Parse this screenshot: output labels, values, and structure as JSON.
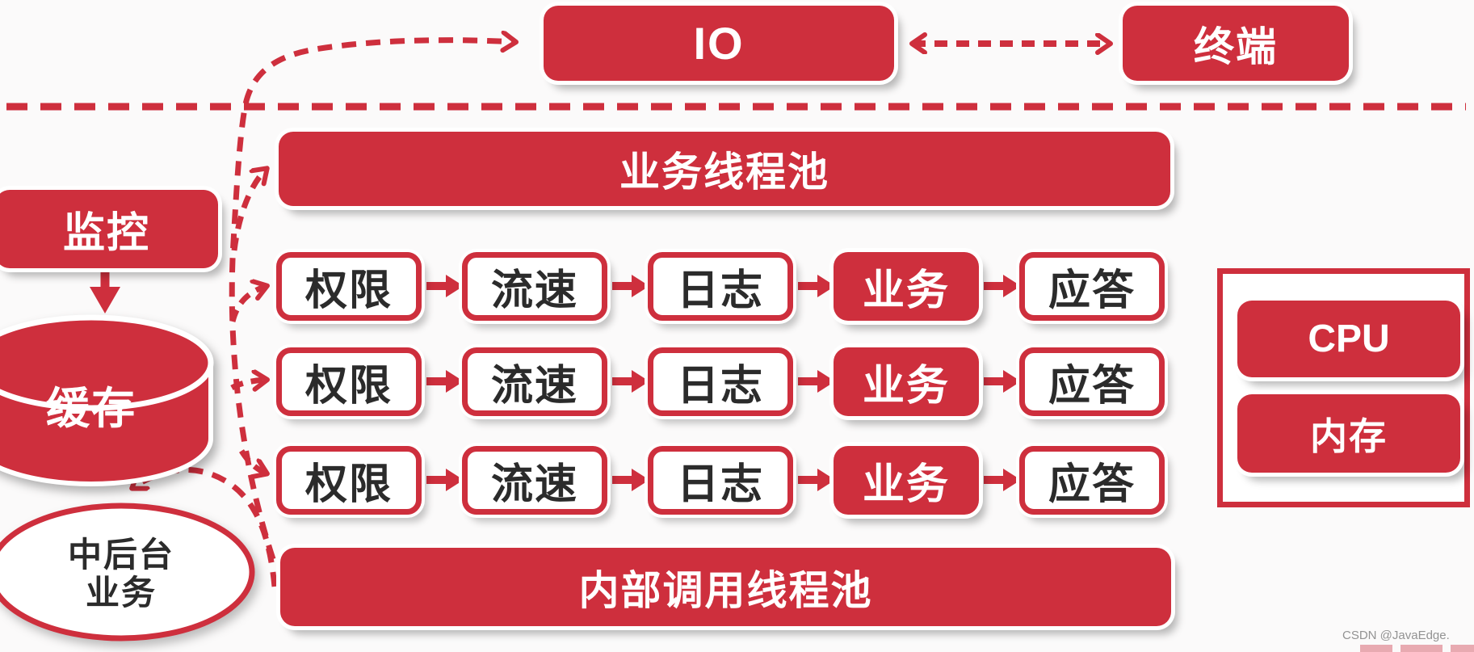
{
  "palette": {
    "red": "#ce2f3d",
    "dark_text": "#2b2b2b",
    "background": "#fbfafa",
    "watermark_gray": "#878787"
  },
  "top": {
    "io_label": "IO",
    "terminal_label": "终端"
  },
  "pools": {
    "business_pool_label": "业务线程池",
    "internal_pool_label": "内部调用线程池"
  },
  "pipeline": {
    "row_count": 3,
    "steps": [
      {
        "label": "权限",
        "style": "outline"
      },
      {
        "label": "流速",
        "style": "outline"
      },
      {
        "label": "日志",
        "style": "outline"
      },
      {
        "label": "业务",
        "style": "solid"
      },
      {
        "label": "应答",
        "style": "outline"
      }
    ]
  },
  "left_column": {
    "monitor_label": "监控",
    "cache_label": "缓存",
    "midback_line1": "中后台",
    "midback_line2": "业务"
  },
  "right_panel": {
    "cpu_label": "CPU",
    "memory_label": "内存"
  },
  "watermark": {
    "text": "CSDN @JavaEdge."
  }
}
